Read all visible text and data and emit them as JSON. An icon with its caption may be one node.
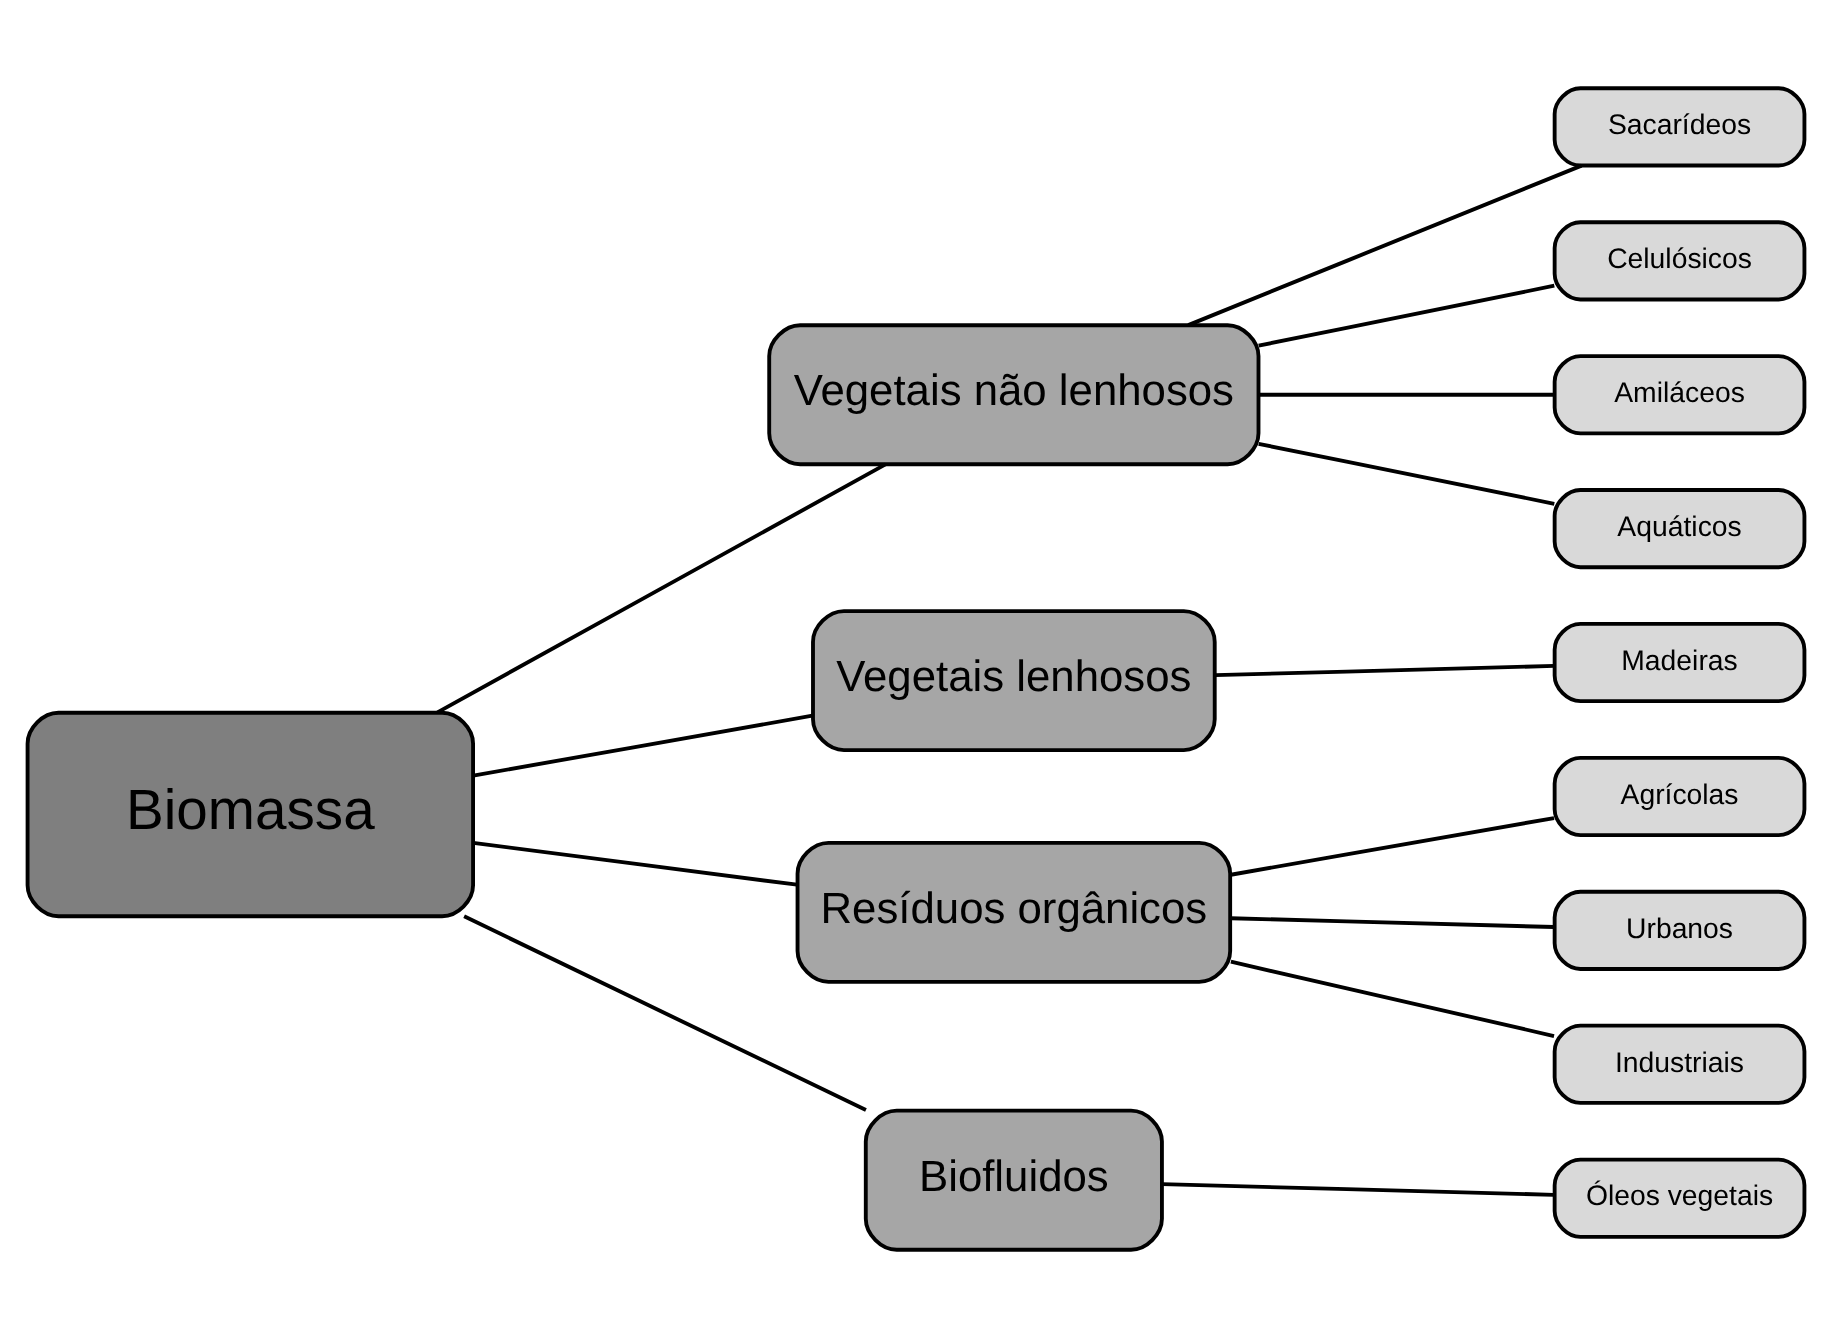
{
  "diagram": {
    "nodes": [
      {
        "text": [
          "Biomassa"
        ]
      },
      {
        "text": [
          "Vegetais não lenhosos"
        ]
      },
      {
        "text": [
          "Sacarídeos"
        ]
      },
      {
        "text": [
          "Celulósicos"
        ]
      },
      {
        "text": [
          "Amiláceos"
        ]
      },
      {
        "text": [
          "Aquáticos"
        ]
      },
      {
        "text": [
          "Vegetais lenhosos"
        ]
      },
      {
        "text": [
          "Madeiras"
        ]
      },
      {
        "text": [
          "Resíduos orgânicos"
        ]
      },
      {
        "text": [
          "Agrícolas"
        ]
      },
      {
        "text": [
          "Urbanos"
        ]
      },
      {
        "text": [
          "Industriais"
        ]
      },
      {
        "text": [
          "Biofluidos"
        ]
      },
      {
        "text": [
          "Óleos vegetais"
        ]
      }
    ],
    "edges": [
      {
        "from": 0,
        "to": 1,
        "arrow": "none"
      },
      {
        "from": 0,
        "to": 6,
        "arrow": "none"
      },
      {
        "from": 0,
        "to": 8,
        "arrow": "none"
      },
      {
        "from": 0,
        "to": 12,
        "arrow": "none"
      },
      {
        "from": 1,
        "to": 2,
        "arrow": "none"
      },
      {
        "from": 1,
        "to": 3,
        "arrow": "none"
      },
      {
        "from": 1,
        "to": 4,
        "arrow": "none"
      },
      {
        "from": 1,
        "to": 5,
        "arrow": "none"
      },
      {
        "from": 6,
        "to": 7,
        "arrow": "none"
      },
      {
        "from": 8,
        "to": 9,
        "arrow": "none"
      },
      {
        "from": 8,
        "to": 10,
        "arrow": "none"
      },
      {
        "from": 8,
        "to": 11,
        "arrow": "none"
      },
      {
        "from": 12,
        "to": 13,
        "arrow": "none"
      }
    ]
  }
}
